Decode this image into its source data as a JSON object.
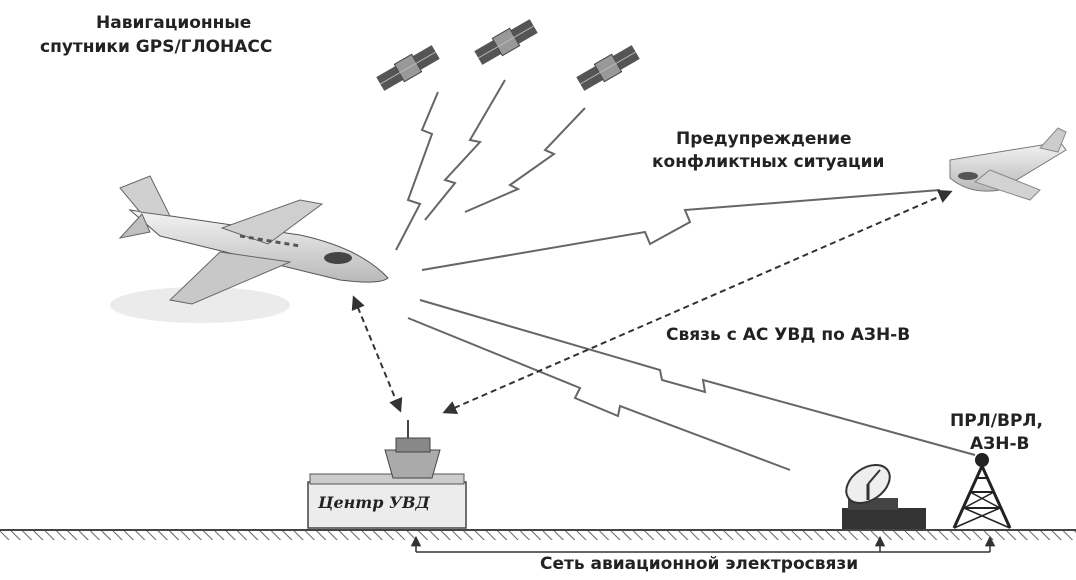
{
  "labels": {
    "satellites_line1": "Навигационные",
    "satellites_line2": "спутники GPS/ГЛОНАСС",
    "warning_line1": "Предупреждение",
    "warning_line2": "конфликтных ситуации",
    "adsb_link": "Связь с АС УВД по АЗН-В",
    "radar_line1": "ПРЛ/ВРЛ,",
    "radar_line2": "АЗН-В",
    "atc_center": "Центр УВД",
    "network": "Сеть авиационной электросвязи"
  }
}
